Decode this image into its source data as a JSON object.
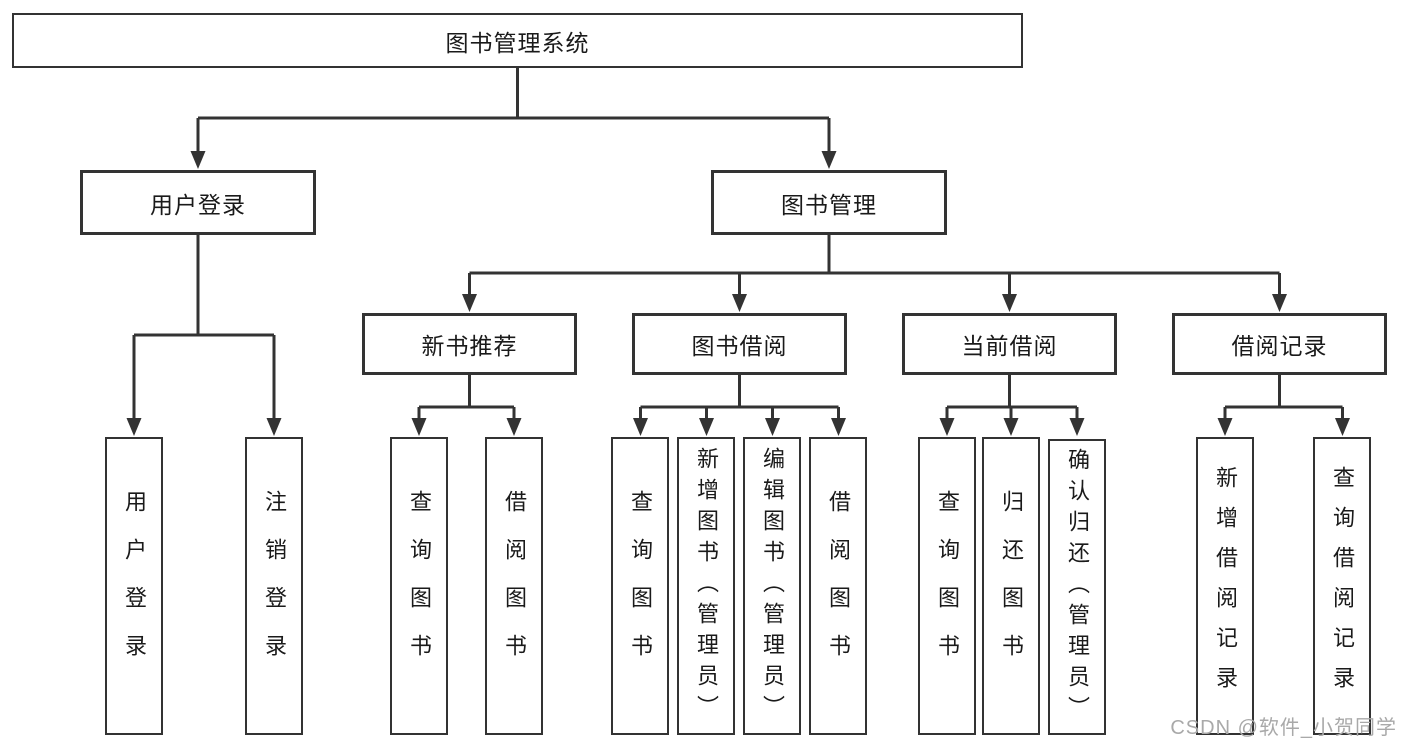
{
  "diagram": {
    "colors": {
      "line": "#333333",
      "text": "#1a1a1a",
      "background": "#ffffff",
      "watermark": "#a9a9a9"
    },
    "watermark": "CSDN @软件_小贺同学",
    "nodes": {
      "root": {
        "label": "图书管理系统"
      },
      "user_login": {
        "label": "用户登录"
      },
      "book_management": {
        "label": "图书管理"
      },
      "new_book_recommend": {
        "label": "新书推荐"
      },
      "book_borrow": {
        "label": "图书借阅"
      },
      "current_borrow": {
        "label": "当前借阅"
      },
      "borrow_records": {
        "label": "借阅记录"
      },
      "leaf_user_login": {
        "label": "用户登录"
      },
      "leaf_logout": {
        "label": "注销登录"
      },
      "leaf_nb_query": {
        "label": "查询图书"
      },
      "leaf_nb_borrow": {
        "label": "借阅图书"
      },
      "leaf_bb_query": {
        "label": "查询图书"
      },
      "leaf_bb_add": {
        "label": "新增图书（管理员）"
      },
      "leaf_bb_edit": {
        "label": "编辑图书（管理员）"
      },
      "leaf_bb_borrow": {
        "label": "借阅图书"
      },
      "leaf_cb_query": {
        "label": "查询图书"
      },
      "leaf_cb_return": {
        "label": "归还图书"
      },
      "leaf_cb_confirm": {
        "label": "确认归还（管理员）"
      },
      "leaf_br_add": {
        "label": "新增借阅记录"
      },
      "leaf_br_query": {
        "label": "查询借阅记录"
      }
    }
  }
}
